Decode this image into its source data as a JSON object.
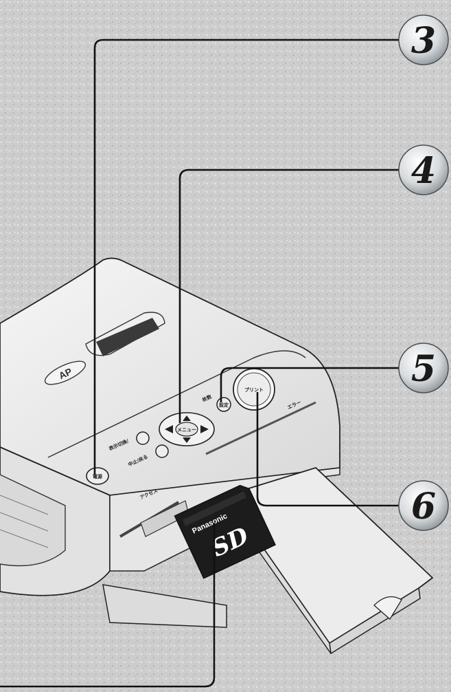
{
  "steps": [
    {
      "number": "3"
    },
    {
      "number": "4"
    },
    {
      "number": "5"
    },
    {
      "number": "6"
    }
  ],
  "printer": {
    "model_badge": "AP",
    "buttons": {
      "power": "電源",
      "display_select": "表示切換/",
      "cancel_back": "中止/戻る",
      "copies": "枚数",
      "copies_sub": "設定",
      "menu_ok": "メニュー",
      "print": "プリント"
    },
    "indicators": {
      "error": "エラー",
      "access": "アクセス"
    }
  },
  "sd_card": {
    "brand": "Panasonic",
    "logo": "SD"
  },
  "colors": {
    "background": "#cfcfcf",
    "printer_body": "#ececec",
    "card": "#1c1c1c",
    "leader_line": "#111111"
  }
}
